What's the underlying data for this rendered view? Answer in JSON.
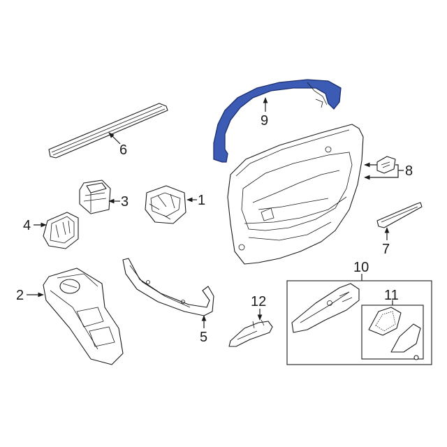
{
  "callouts": {
    "c1": "1",
    "c2": "2",
    "c3": "3",
    "c4": "4",
    "c5": "5",
    "c6": "6",
    "c7": "7",
    "c8": "8",
    "c9": "9",
    "c10": "10",
    "c11": "11",
    "c12": "12"
  },
  "colors": {
    "highlight_fill": "#3b5bb5",
    "highlight_stroke": "#1a2e6e",
    "line": "#1a1a1a",
    "background": "#ffffff"
  }
}
